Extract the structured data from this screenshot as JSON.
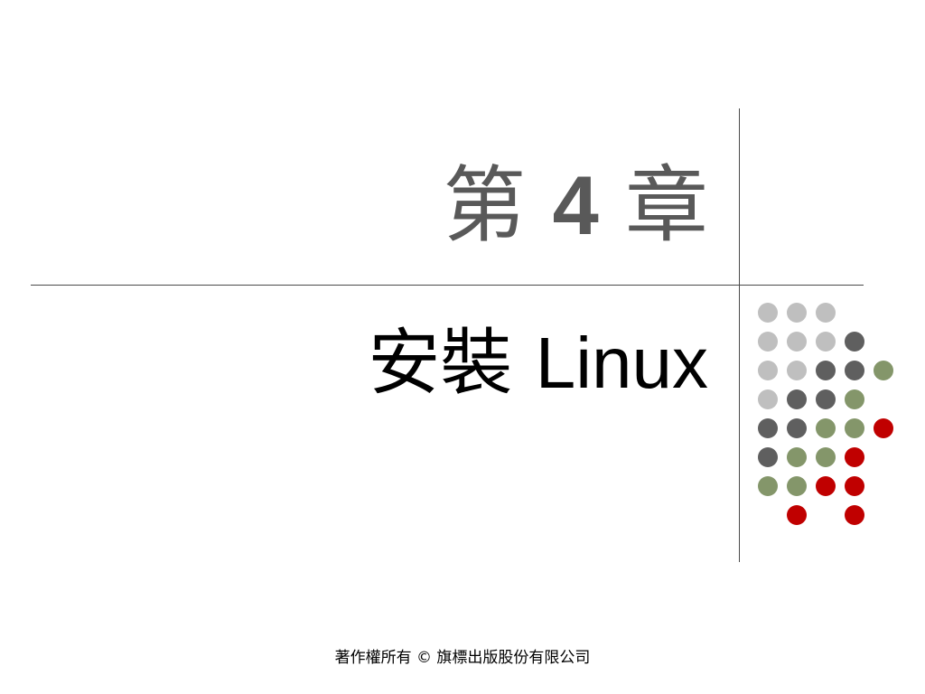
{
  "slide": {
    "title": {
      "prefix": "第",
      "number": "4",
      "suffix": "章"
    },
    "subtitle": {
      "cjk": "安裝",
      "latin": "Linux"
    },
    "footer": "著作權所有 © 旗標出版股份有限公司"
  },
  "colors": {
    "title": "#595959",
    "subtitle": "#000000",
    "line": "#4a4a4a",
    "dot_light_gray": "#bfbfbf",
    "dot_dark_gray": "#5f5f5f",
    "dot_green": "#84966a",
    "dot_red": "#c00000"
  },
  "decoration": {
    "dot_grid": [
      [
        "light_gray",
        "light_gray",
        "light_gray",
        "",
        ""
      ],
      [
        "light_gray",
        "light_gray",
        "light_gray",
        "dark_gray",
        ""
      ],
      [
        "light_gray",
        "light_gray",
        "dark_gray",
        "dark_gray",
        "green"
      ],
      [
        "light_gray",
        "dark_gray",
        "dark_gray",
        "green",
        ""
      ],
      [
        "dark_gray",
        "dark_gray",
        "green",
        "green",
        "red"
      ],
      [
        "dark_gray",
        "green",
        "green",
        "red",
        ""
      ],
      [
        "green",
        "green",
        "red",
        "red",
        ""
      ],
      [
        "",
        "red",
        "",
        "red",
        ""
      ]
    ]
  }
}
